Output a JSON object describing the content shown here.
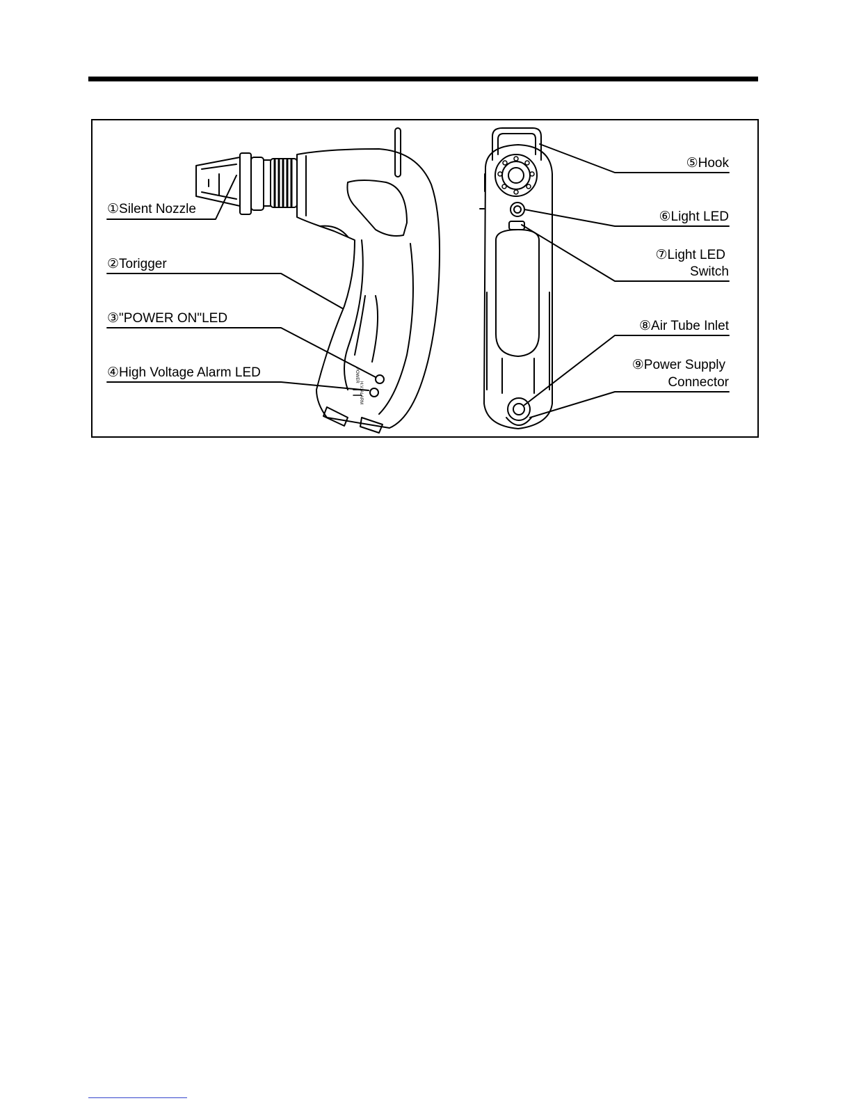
{
  "callouts": {
    "silent_nozzle": "①Silent Nozzle",
    "trigger": "②Torigger",
    "power_on_led": "③\"POWER ON\"LED",
    "high_voltage_alarm_led": "④High Voltage Alarm LED",
    "hook": "⑤Hook",
    "light_led": "⑥Light LED",
    "light_led_switch_line1": "⑦Light LED",
    "light_led_switch_line2": "Switch",
    "air_tube_inlet": "⑧Air Tube Inlet",
    "power_supply_connector_line1": "⑨Power Supply",
    "power_supply_connector_line2": "Connector"
  },
  "device_markings": {
    "power": "POWER",
    "alarm": "H.V. ALARM"
  }
}
